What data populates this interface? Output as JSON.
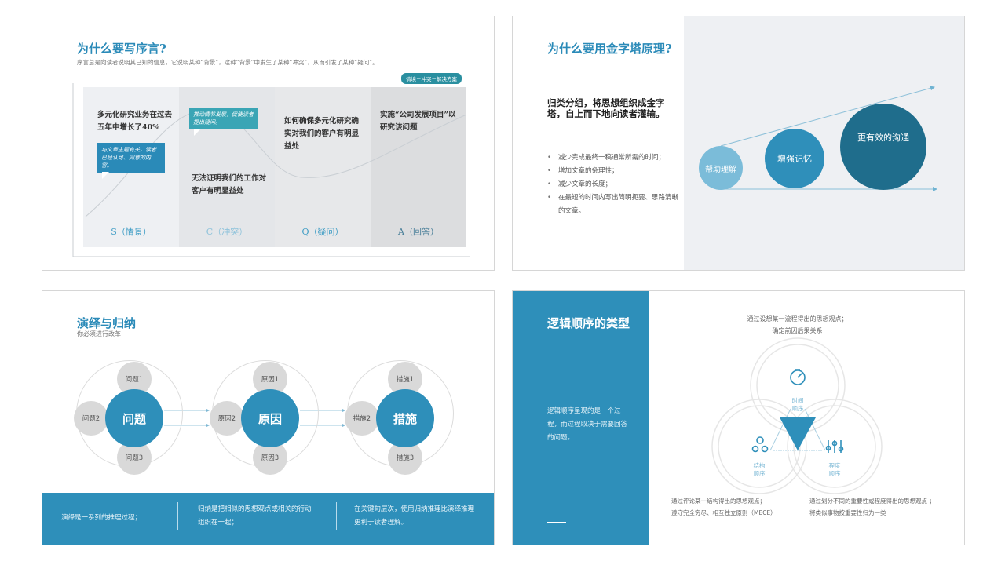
{
  "slide1": {
    "title": "为什么要写序言?",
    "subtitle": "序言总是向读者说明其已知的信息，它说明某种“背景”，这种“背景”中发生了某种“冲突”，从而引发了某种“疑问”。",
    "badge": "情境－冲突－解决方案",
    "columns": [
      {
        "text": "多元化研究业务在过去五年中增长了40%",
        "label": "S（情景）",
        "callout": "与文章主题有关，读者已经认可、同意的内容。"
      },
      {
        "text": "无法证明我们的工作对客户有明显益处",
        "label": "C（冲突）",
        "callout": "推动情节发展，促使读者提出疑问。"
      },
      {
        "text": "如何确保多元化研究确实对我们的客户有明显益处",
        "label": "Q（疑问）"
      },
      {
        "text": "实施“公司发展项目”以研究该问题",
        "label": "A（回答）"
      }
    ]
  },
  "slide2": {
    "title": "为什么要用金字塔原理?",
    "lead": "归类分组，将思想组织成金字塔，自上而下地向读者灌输。",
    "bullets": [
      "减少完成最终一稿通常所需的时间；",
      "增加文章的条理性；",
      "减少文章的长度；",
      "在最短的时间内写出简明扼要、思路清晰的文章。"
    ],
    "circles": [
      "帮助理解",
      "增强记忆",
      "更有效的沟通"
    ],
    "colors": {
      "light": "#7bbcd9",
      "mid": "#2f8fba",
      "dark": "#1f6d8c"
    }
  },
  "slide3": {
    "title": "演绎与归纳",
    "subtitle": "你必须进行改革",
    "groups": [
      {
        "center": "问题",
        "items": [
          "问题1",
          "问题2",
          "问题3"
        ]
      },
      {
        "center": "原因",
        "items": [
          "原因1",
          "原因2",
          "原因3"
        ]
      },
      {
        "center": "措施",
        "items": [
          "措施1",
          "措施2",
          "措施3"
        ]
      }
    ],
    "footer": [
      "演绎是一系列的推理过程；",
      "归纳是把相似的思想观点或相关的行动组织在一起；",
      "在关键句层次，使用归纳推理比演绎推理更利于读者理解。"
    ]
  },
  "slide4": {
    "title": "逻辑顺序的类型",
    "body": "逻辑顺序呈现的是一个过程，而过程取决于需要回答的问题。",
    "top_text": [
      "通过设想某一流程得出的思想观点；",
      "确定前因后果关系"
    ],
    "left_text": [
      "通过评论某一结构得出的思想观点；",
      "遵守完全穷尽、相互独立原则（MECE）"
    ],
    "right_text": [
      "通过划分不同的重要性或程度得出的思想观点 ；",
      "将类似事物按重要性归为一类"
    ],
    "labels": [
      "时间顺序",
      "结构顺序",
      "程度顺序"
    ],
    "accent": "#2e8fba"
  }
}
